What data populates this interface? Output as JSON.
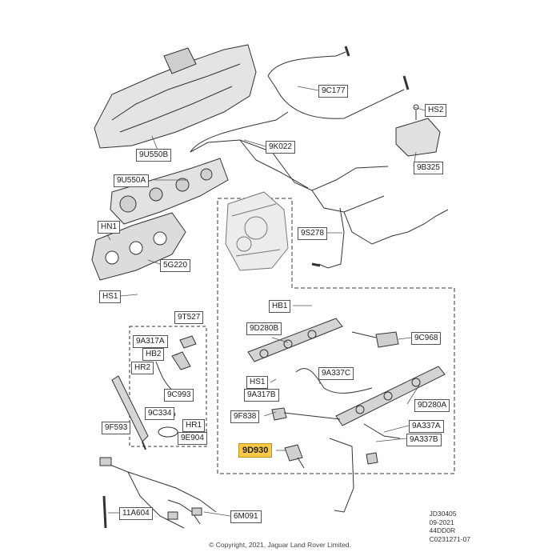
{
  "callouts": {
    "c_9C177": "9C177",
    "c_HS2": "HS2",
    "c_9U550B": "9U550B",
    "c_9K022": "9K022",
    "c_9B325": "9B325",
    "c_9U550A": "9U550A",
    "c_HN1": "HN1",
    "c_9S278": "9S278",
    "c_5G220": "5G220",
    "c_HS1_top": "HS1",
    "c_HB1": "HB1",
    "c_9T527": "9T527",
    "c_9D280B": "9D280B",
    "c_9C968": "9C968",
    "c_9A317A": "9A317A",
    "c_HB2": "HB2",
    "c_HR2": "HR2",
    "c_HS1_mid": "HS1",
    "c_9A337C": "9A337C",
    "c_9A317B": "9A317B",
    "c_9C993": "9C993",
    "c_9D280A": "9D280A",
    "c_9C334": "9C334",
    "c_HR1": "HR1",
    "c_9F838": "9F838",
    "c_9A337A": "9A337A",
    "c_9F593": "9F593",
    "c_9E904": "9E904",
    "c_9A337B": "9A337B",
    "c_9D930": "9D930",
    "c_11A604": "11A604",
    "c_6M091": "6M091"
  },
  "highlight_callout": "9D930",
  "document_codes": {
    "line1": "JD30405",
    "line2": "09-2021",
    "line3": "44DD0R",
    "line4": "C0231271-07"
  },
  "copyright": "© Copyright, 2021, Jaguar Land Rover Limited.",
  "colors": {
    "highlight": "#f7c948",
    "line": "#333333",
    "part": "#c8c8c8"
  }
}
